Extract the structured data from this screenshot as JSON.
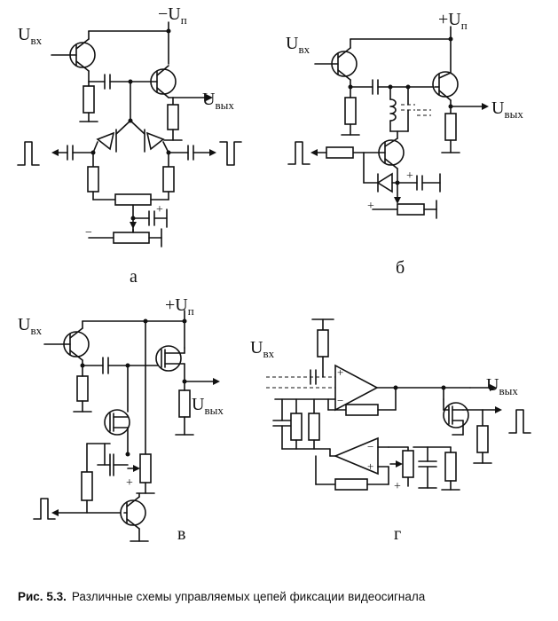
{
  "supply": {
    "neg": "−U",
    "pos": "+U",
    "sub": "п"
  },
  "signals": {
    "u": "U",
    "in_sub": "вх",
    "out_sub": "вых"
  },
  "polarity": {
    "plus": "+",
    "minus": "−"
  },
  "panels": {
    "a": "а",
    "b": "б",
    "v": "в",
    "g": "г"
  },
  "caption": {
    "number": "Рис. 5.3.",
    "text": "Различные схемы управляемых цепей фиксации видеосигнала"
  }
}
